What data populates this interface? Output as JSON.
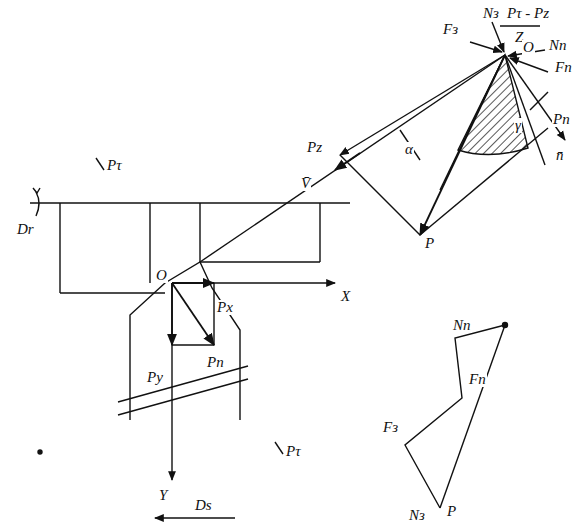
{
  "diagram": {
    "labels": [
      "Dr",
      "Pτ",
      "V̄",
      "O",
      "X",
      "Px",
      "Py",
      "Pn",
      "Y",
      "Pτ",
      "Ds",
      "Pτ - Pz",
      "Z",
      "Fз",
      "Nз",
      "O",
      "Nп",
      "Fп",
      "Pz",
      "α",
      "γ",
      "Pn",
      "n̄",
      "P",
      "Nп",
      "Fп",
      "Fз",
      "Nз",
      "P"
    ]
  }
}
